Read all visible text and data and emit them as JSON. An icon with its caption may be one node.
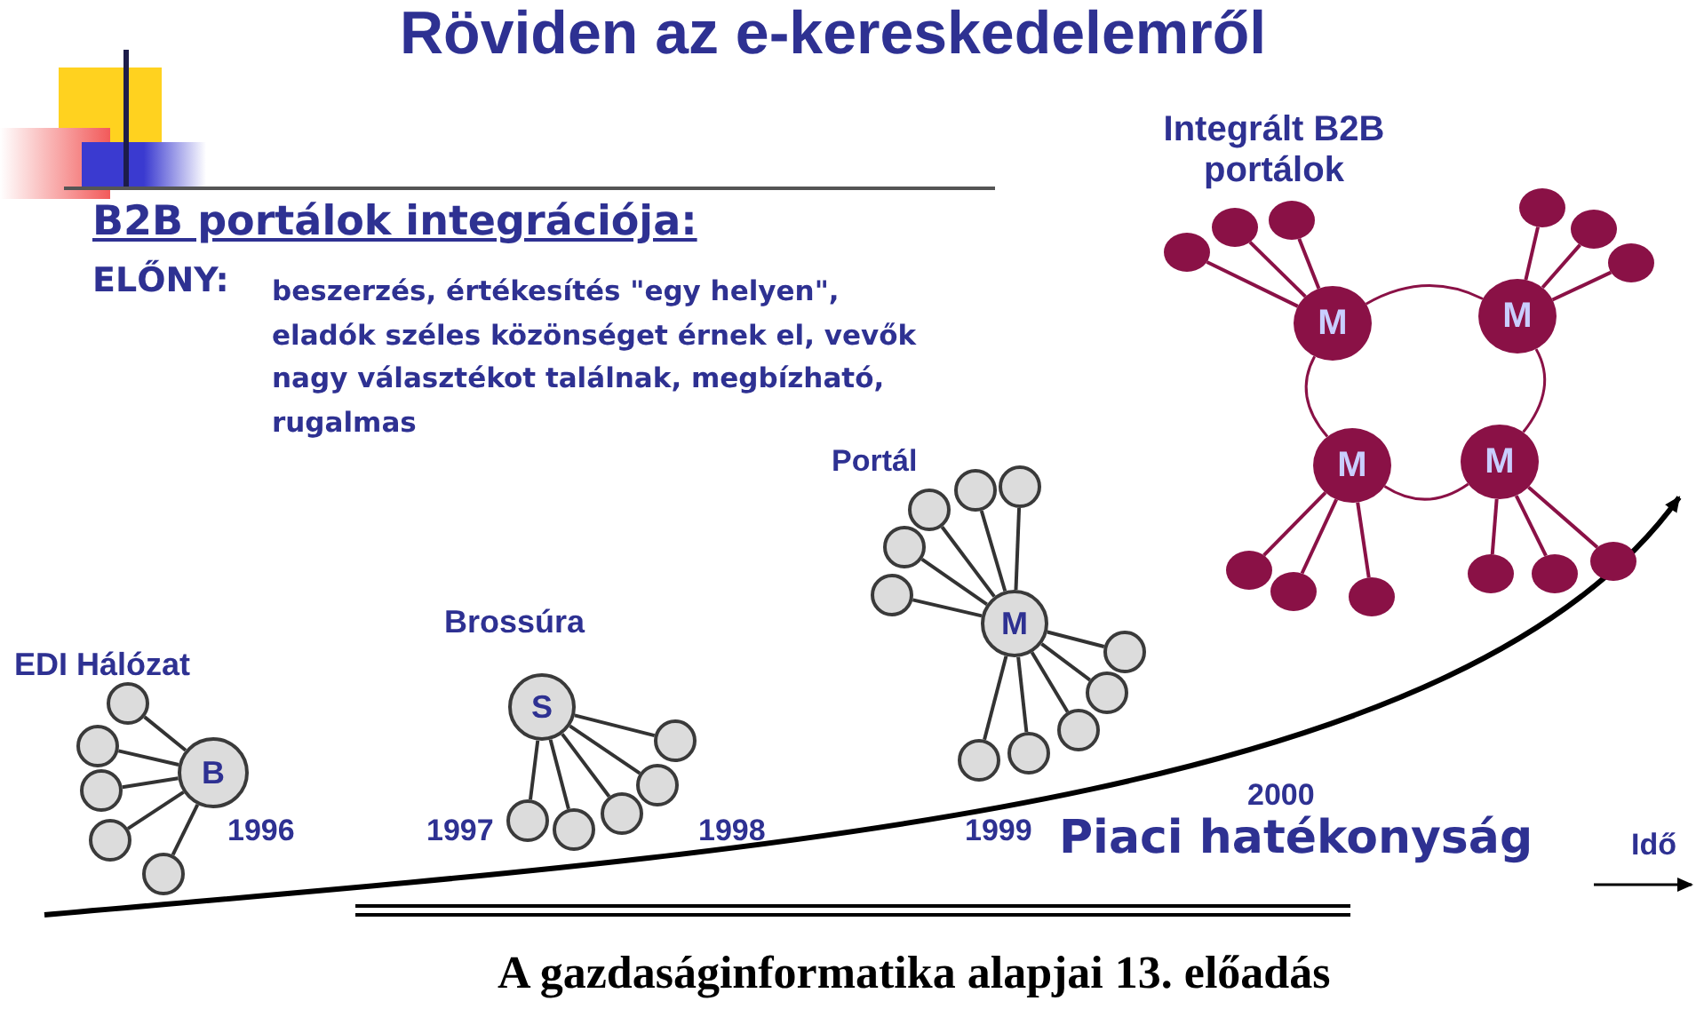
{
  "diagram": {
    "title": "Röviden az e-kereskedelemről",
    "caption": "A gazdaságinformatika alapjai 13. előadás",
    "nodes": [
      {
        "text": [
          "B"
        ]
      },
      {
        "text": [],
        "shape": "circle"
      },
      {
        "text": [],
        "shape": "circle"
      },
      {
        "text": [],
        "shape": "circle"
      },
      {
        "text": [],
        "shape": "circle"
      },
      {
        "text": [],
        "shape": "circle"
      },
      {
        "text": [
          "S"
        ]
      },
      {
        "text": [],
        "shape": "circle"
      },
      {
        "text": [],
        "shape": "circle"
      },
      {
        "text": [],
        "shape": "circle"
      },
      {
        "text": [],
        "shape": "circle"
      },
      {
        "text": [],
        "shape": "circle"
      },
      {
        "text": [
          "M"
        ]
      },
      {
        "text": [],
        "shape": "circle"
      },
      {
        "text": [],
        "shape": "circle"
      },
      {
        "text": [],
        "shape": "circle"
      },
      {
        "text": [],
        "shape": "circle"
      },
      {
        "text": [],
        "shape": "circle"
      },
      {
        "text": [],
        "shape": "circle"
      },
      {
        "text": [],
        "shape": "circle"
      },
      {
        "text": [],
        "shape": "circle"
      },
      {
        "text": [],
        "shape": "circle"
      },
      {
        "text": [],
        "shape": "circle"
      },
      {
        "text": [
          "M"
        ]
      },
      {
        "text": [
          "M"
        ]
      },
      {
        "text": [
          "M"
        ]
      },
      {
        "text": [
          "M"
        ]
      },
      {
        "text": [],
        "shape": "circle"
      },
      {
        "text": [],
        "shape": "circle"
      },
      {
        "text": [],
        "shape": "circle"
      },
      {
        "text": [],
        "shape": "circle"
      },
      {
        "text": [],
        "shape": "circle"
      },
      {
        "text": [],
        "shape": "circle"
      },
      {
        "text": [],
        "shape": "circle"
      },
      {
        "text": [],
        "shape": "circle"
      },
      {
        "text": [],
        "shape": "circle"
      },
      {
        "text": [],
        "shape": "circle"
      },
      {
        "text": [],
        "shape": "circle"
      },
      {
        "text": [],
        "shape": "circle"
      }
    ],
    "edges": [
      {
        "from": 0,
        "to": 1,
        "arrow": "none"
      },
      {
        "from": 0,
        "to": 2,
        "arrow": "none"
      },
      {
        "from": 0,
        "to": 3,
        "arrow": "none"
      },
      {
        "from": 0,
        "to": 4,
        "arrow": "none"
      },
      {
        "from": 0,
        "to": 5,
        "arrow": "none"
      },
      {
        "from": 6,
        "to": 7,
        "arrow": "none"
      },
      {
        "from": 6,
        "to": 8,
        "arrow": "none"
      },
      {
        "from": 6,
        "to": 9,
        "arrow": "none"
      },
      {
        "from": 6,
        "to": 10,
        "arrow": "none"
      },
      {
        "from": 6,
        "to": 11,
        "arrow": "none"
      },
      {
        "from": 12,
        "to": 13,
        "arrow": "none"
      },
      {
        "from": 12,
        "to": 14,
        "arrow": "none"
      },
      {
        "from": 12,
        "to": 15,
        "arrow": "none"
      },
      {
        "from": 12,
        "to": 16,
        "arrow": "none"
      },
      {
        "from": 12,
        "to": 17,
        "arrow": "none"
      },
      {
        "from": 12,
        "to": 18,
        "arrow": "none"
      },
      {
        "from": 12,
        "to": 19,
        "arrow": "none"
      },
      {
        "from": 12,
        "to": 20,
        "arrow": "none"
      },
      {
        "from": 12,
        "to": 21,
        "arrow": "none"
      },
      {
        "from": 12,
        "to": 22,
        "arrow": "none"
      },
      {
        "from": 23,
        "to": 24,
        "arrow": "none",
        "color": "#8a1146"
      },
      {
        "from": 24,
        "to": 26,
        "arrow": "none",
        "color": "#8a1146"
      },
      {
        "from": 26,
        "to": 25,
        "arrow": "none",
        "color": "#8a1146"
      },
      {
        "from": 25,
        "to": 23,
        "arrow": "none",
        "color": "#8a1146"
      },
      {
        "from": 23,
        "to": 27,
        "arrow": "none",
        "color": "#8a1146"
      },
      {
        "from": 23,
        "to": 28,
        "arrow": "none",
        "color": "#8a1146"
      },
      {
        "from": 23,
        "to": 29,
        "arrow": "none",
        "color": "#8a1146"
      },
      {
        "from": 24,
        "to": 30,
        "arrow": "none",
        "color": "#8a1146"
      },
      {
        "from": 24,
        "to": 31,
        "arrow": "none",
        "color": "#8a1146"
      },
      {
        "from": 24,
        "to": 32,
        "arrow": "none",
        "color": "#8a1146"
      },
      {
        "from": 25,
        "to": 33,
        "arrow": "none",
        "color": "#8a1146"
      },
      {
        "from": 25,
        "to": 34,
        "arrow": "none",
        "color": "#8a1146"
      },
      {
        "from": 25,
        "to": 35,
        "arrow": "none",
        "color": "#8a1146"
      },
      {
        "from": 26,
        "to": 36,
        "arrow": "none",
        "color": "#8a1146"
      },
      {
        "from": 26,
        "to": 37,
        "arrow": "none",
        "color": "#8a1146"
      },
      {
        "from": 26,
        "to": 38,
        "arrow": "none",
        "color": "#8a1146"
      }
    ],
    "labels": [
      "Integrált B2B portálok",
      "B2B portálok integrációja:",
      "ELŐNY:",
      "beszerzés, értékesítés \"egy helyen\", eladók széles közönséget érnek el, vevők nagy választékot találnak, megbízható, rugalmas",
      "Portál",
      "Brossúra",
      "EDI Hálózat",
      "1996",
      "1997",
      "1998",
      "1999",
      "2000",
      "Piaci hatékonyság",
      "Idő"
    ]
  }
}
